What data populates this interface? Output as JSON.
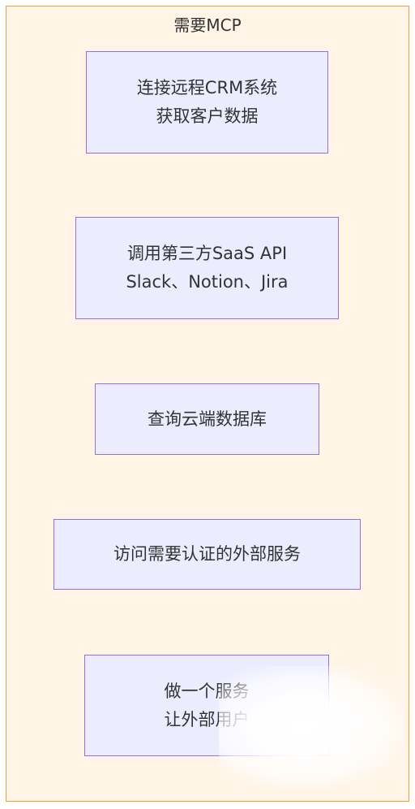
{
  "cluster": {
    "title": "需要MCP"
  },
  "nodes": [
    {
      "lines": [
        "连接远程CRM系统",
        "获取客户数据"
      ]
    },
    {
      "lines": [
        "调用第三方SaaS API",
        "Slack、Notion、Jira"
      ]
    },
    {
      "lines": [
        "查询云端数据库"
      ]
    },
    {
      "lines": [
        "访问需要认证的外部服务"
      ]
    },
    {
      "lines": [
        "做一个服务",
        "让外部用户"
      ]
    }
  ],
  "colors": {
    "cluster_fill": "#fff4e6",
    "cluster_border": "#f0a030",
    "node_fill": "#ececff",
    "node_border": "#9370db",
    "text": "#333333"
  }
}
